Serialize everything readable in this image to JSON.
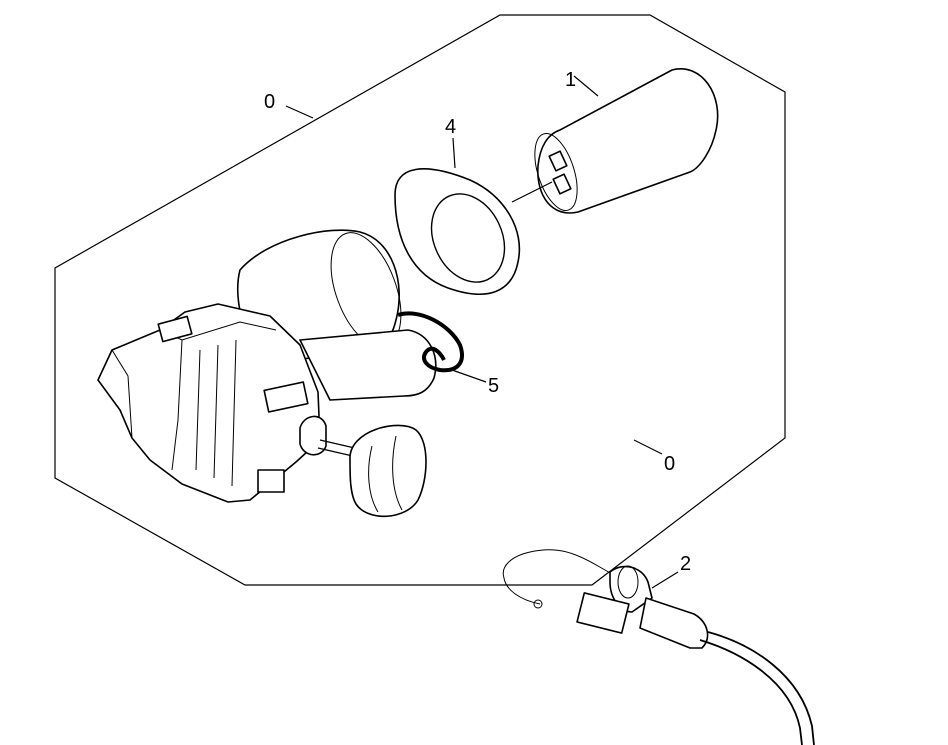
{
  "callouts": {
    "assembly_top": "0",
    "assembly_right": "0",
    "capacitor": "1",
    "sensor_cable": "2",
    "cover_ring": "4",
    "seal": "5"
  }
}
